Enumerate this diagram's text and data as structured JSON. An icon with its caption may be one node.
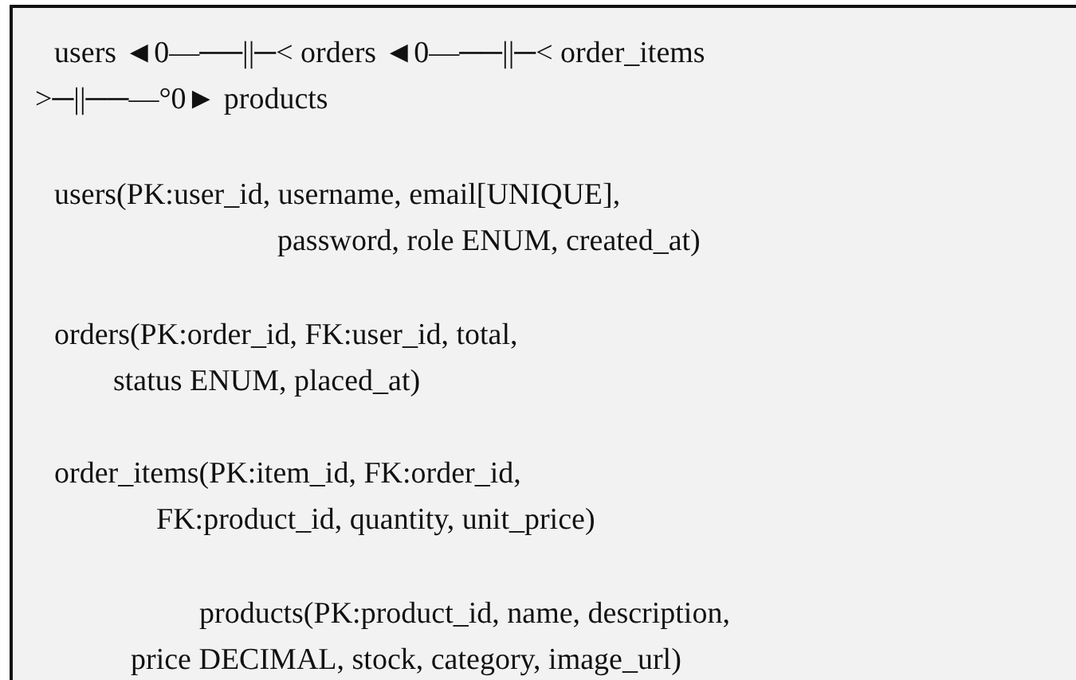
{
  "diagram": {
    "nodes": [
      {
        "text": [
          "users ◄0—──||─< orders ◄0—──||─< order_items >─||──—°0► products",
          "users(PK:user_id, username, email[UNIQUE], password, role ENUM, created_at)",
          "orders(PK:order_id, FK:user_id, total, status ENUM, placed_at)",
          "order_items(PK:item_id, FK:order_id, FK:product_id, quantity, unit_price)",
          "products(PK:product_id, name, description, price DECIMAL, stock, category, image_url)"
        ]
      }
    ]
  }
}
